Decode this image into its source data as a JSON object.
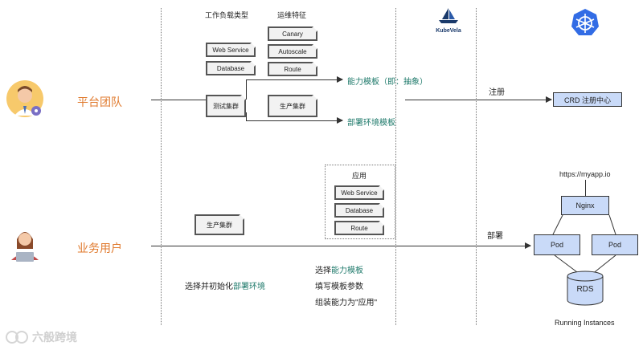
{
  "header": {
    "workload_types": "工作负载类型",
    "ops_traits": "运维特征",
    "kubevela": "KubeVela"
  },
  "workloads": [
    "Web Service",
    "Database"
  ],
  "traits": [
    "Canary",
    "Autoscale",
    "Route"
  ],
  "clusters": {
    "test": "测试集群",
    "prod": "生产集群",
    "prod_user": "生产集群"
  },
  "platform_team": "平台团队",
  "business_user": "业务用户",
  "outputs": {
    "capability_template": "能力模板（即：抽象）",
    "env_template": "部署环境模板"
  },
  "register": "注册",
  "deploy": "部署",
  "crd_registry": "CRD 注册中心",
  "app": {
    "title": "应用",
    "items": [
      "Web Service",
      "Database",
      "Route"
    ]
  },
  "user_steps": {
    "init_env_prefix": "选择并初始化",
    "init_env_highlight": "部署环境",
    "step1_prefix": "选择",
    "step1_highlight": "能力模板",
    "step2": "填写模板参数",
    "step3": "组装能力为\"应用\""
  },
  "k8s": {
    "url": "https://myapp.io",
    "nginx": "Nginx",
    "pod1": "Pod",
    "pod2": "Pod",
    "rds": "RDS",
    "running": "Running Instances"
  },
  "watermark": "六般跨境",
  "colors": {
    "orange": "#e07a2e",
    "teal": "#1f7a6b",
    "k8s_blue": "#326ce5",
    "box_blue": "#c9daf8"
  }
}
